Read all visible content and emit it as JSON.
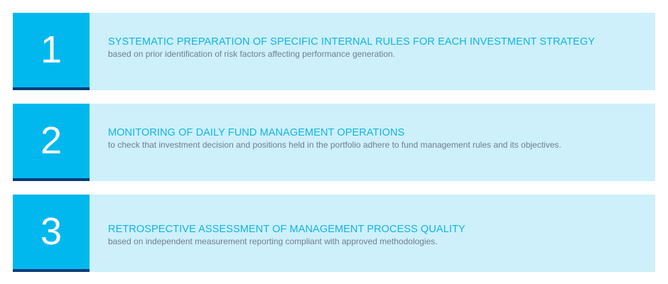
{
  "steps": [
    {
      "number": "1",
      "title": "SYSTEMATIC PREPARATION OF SPECIFIC INTERNAL RULES FOR EACH INVESTMENT STRATEGY",
      "description": "based on prior identification of risk factors affecting performance generation."
    },
    {
      "number": "2",
      "title": "MONITORING OF DAILY FUND MANAGEMENT OPERATIONS",
      "description": "to check that investment decision and positions held in the portfolio adhere to fund management rules and its objectives."
    },
    {
      "number": "3",
      "title": "RETROSPECTIVE ASSESSMENT OF MANAGEMENT PROCESS QUALITY",
      "description": "based on independent measurement reporting compliant with approved methodologies."
    }
  ],
  "colors": {
    "number_box": "#00b8ee",
    "number_box_border": "#0b3c7a",
    "text_box": "#cdf0fb",
    "title": "#12b4e6",
    "description": "#6e7f8c"
  }
}
